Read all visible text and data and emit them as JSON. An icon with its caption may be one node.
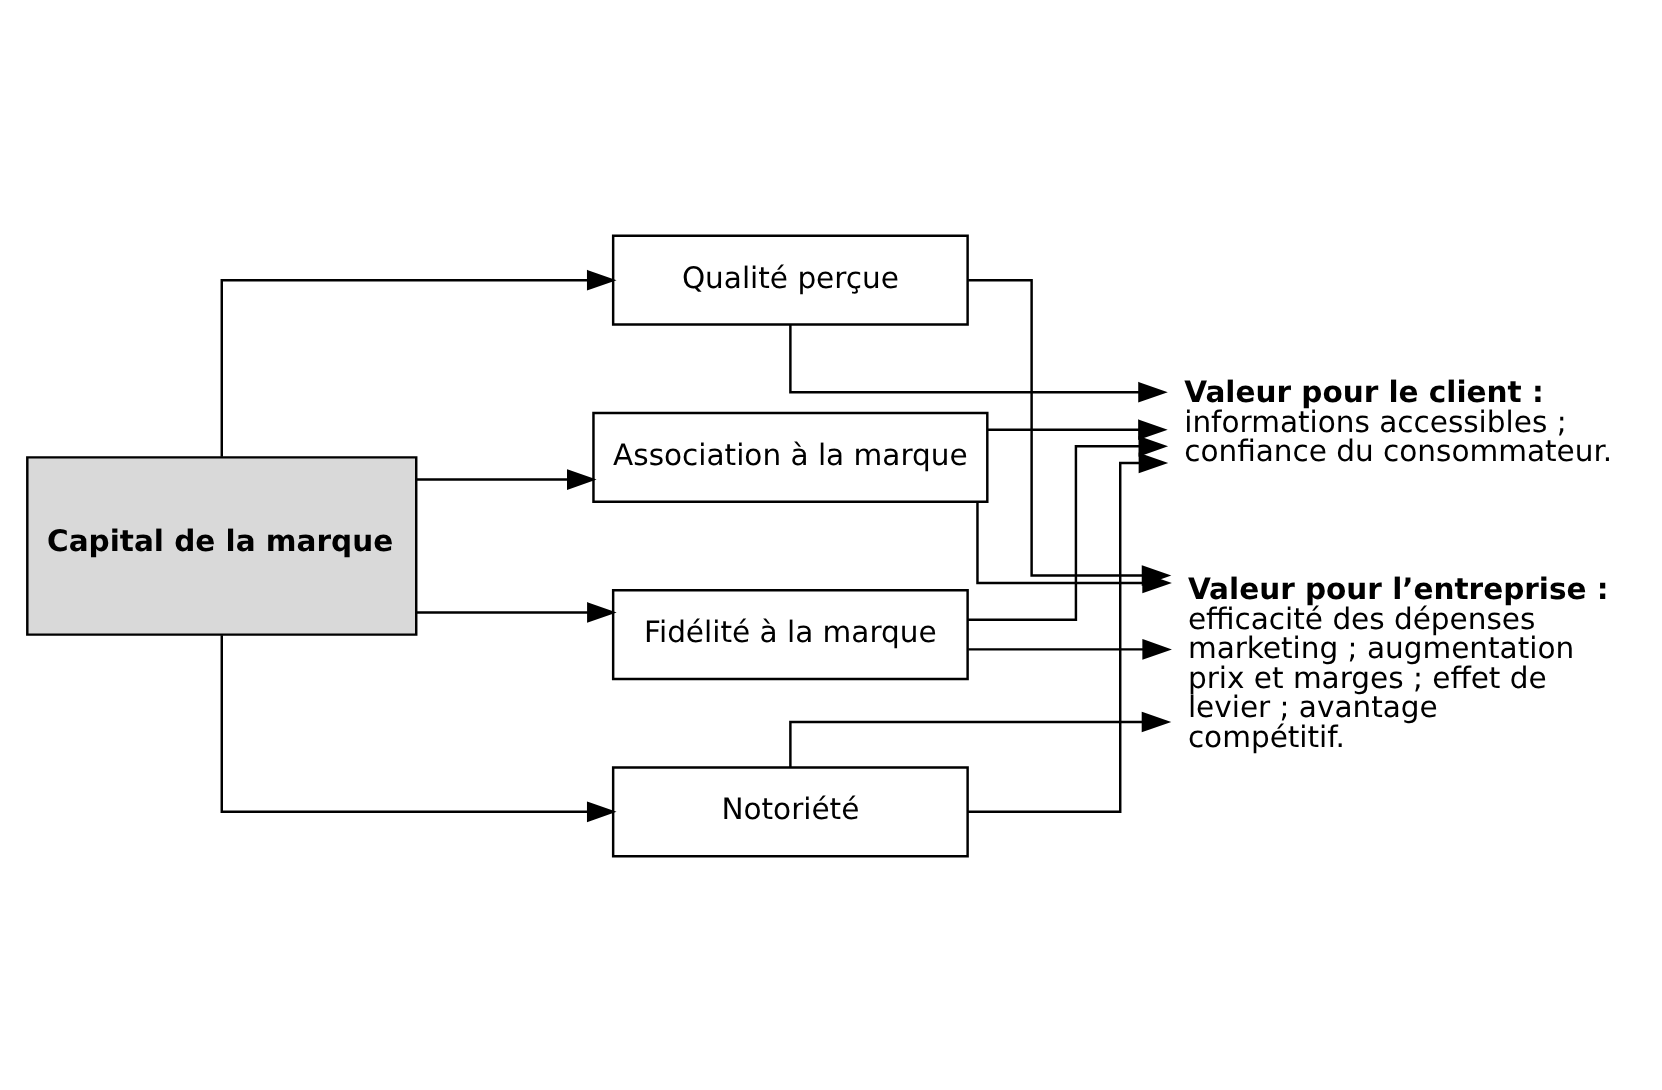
{
  "diagram": {
    "nodes": [
      {
        "text": [
          "Capital de la marque"
        ]
      },
      {
        "text": [
          "Fidélité à la marque"
        ]
      },
      {
        "text": [
          "Notoriété"
        ]
      },
      {
        "text": [
          "Qualité perçue"
        ]
      },
      {
        "text": [
          "Association à la marque"
        ]
      },
      {
        "text": [
          "Valeur pour le client :",
          "informations accessibles ; confiance du consommateur."
        ]
      },
      {
        "text": [
          "Valeur pour l’entreprise :",
          "efficacité des dépenses marketing ; augmentation prix et marges ; effet de levier ; avantage compétitif."
        ]
      }
    ],
    "edges": [
      {
        "from": 0,
        "to": 1,
        "arrow": "to"
      },
      {
        "from": 0,
        "to": 2,
        "arrow": "to"
      },
      {
        "from": 0,
        "to": 3,
        "arrow": "to"
      },
      {
        "from": 0,
        "to": 4,
        "arrow": "to"
      },
      {
        "from": 1,
        "to": 5,
        "arrow": "to"
      },
      {
        "from": 2,
        "to": 5,
        "arrow": "to"
      },
      {
        "from": 3,
        "to": 5,
        "arrow": "to"
      },
      {
        "from": 4,
        "to": 5,
        "arrow": "to"
      },
      {
        "from": 1,
        "to": 6,
        "arrow": "to"
      },
      {
        "from": 2,
        "to": 6,
        "arrow": "to"
      },
      {
        "from": 3,
        "to": 6,
        "arrow": "to"
      },
      {
        "from": 4,
        "to": 6,
        "arrow": "to"
      }
    ]
  }
}
